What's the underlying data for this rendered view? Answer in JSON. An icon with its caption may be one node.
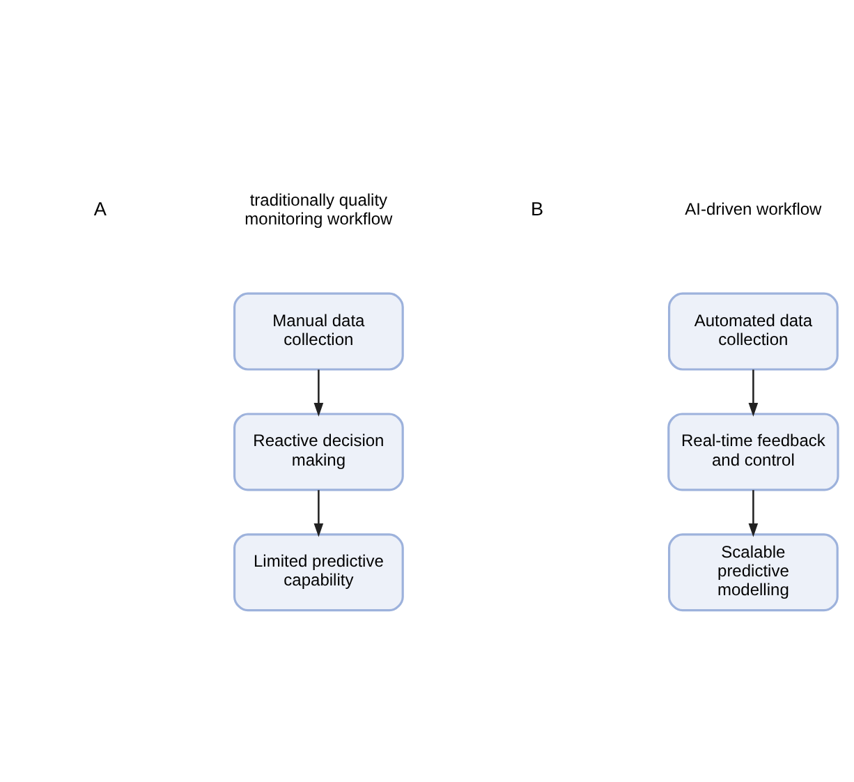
{
  "diagram": {
    "nodes": [
      {
        "text": [
          "Manual data collection"
        ]
      },
      {
        "text": [
          "Reactive decision making"
        ]
      },
      {
        "text": [
          "Limited predictive capability"
        ]
      },
      {
        "text": [
          "Automated data collection"
        ]
      },
      {
        "text": [
          "Real-time feedback and control"
        ]
      },
      {
        "text": [
          "Scalable predictive modelling"
        ]
      }
    ],
    "edges": [
      {
        "from": 0,
        "to": 1,
        "arrow": "to"
      },
      {
        "from": 1,
        "to": 2,
        "arrow": "to"
      },
      {
        "from": 3,
        "to": 4,
        "arrow": "to"
      },
      {
        "from": 4,
        "to": 5,
        "arrow": "to"
      }
    ],
    "labels": [
      "A",
      "traditionally quality monitoring workflow",
      "B",
      "AI-driven workflow"
    ]
  }
}
